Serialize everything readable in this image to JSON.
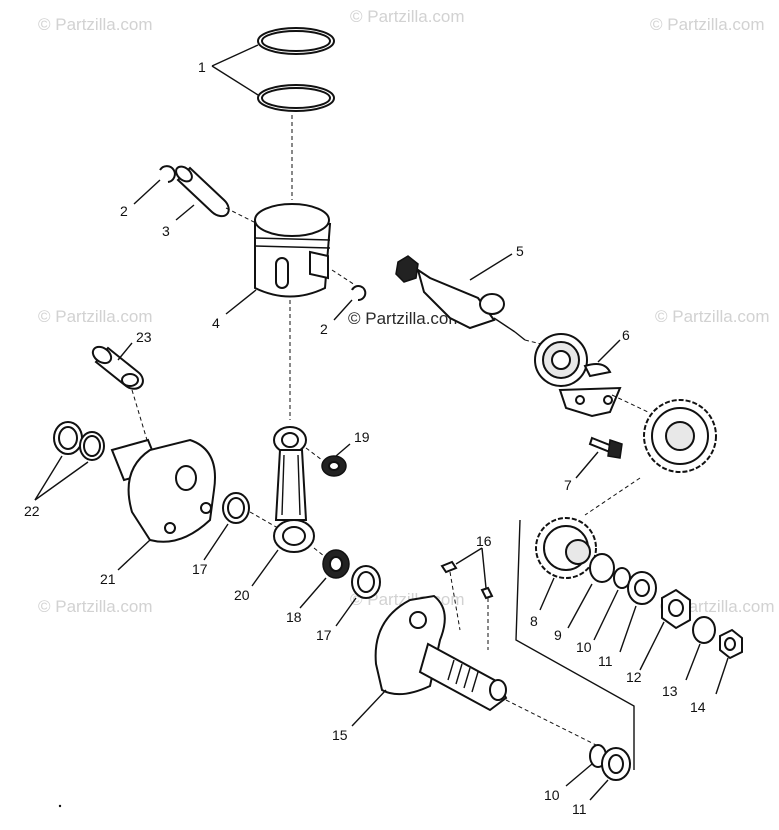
{
  "watermark": "© Partzilla.com",
  "labels": {
    "p1": "1",
    "p2a": "2",
    "p3": "3",
    "p4": "4",
    "p2b": "2",
    "p5": "5",
    "p6": "6",
    "p7": "7",
    "p23": "23",
    "p19": "19",
    "p22": "22",
    "p21": "21",
    "p17a": "17",
    "p20": "20",
    "p16": "16",
    "p18": "18",
    "p17b": "17",
    "p8": "8",
    "p9": "9",
    "p10a": "10",
    "p11a": "11",
    "p12": "12",
    "p13": "13",
    "p14": "14",
    "p15": "15",
    "p10b": "10",
    "p11b": "11"
  }
}
